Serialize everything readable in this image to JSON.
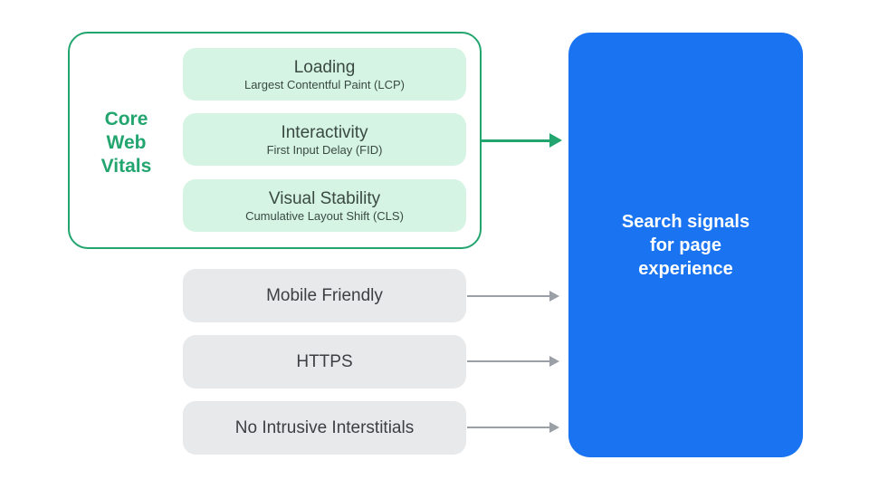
{
  "colors": {
    "green_accent": "#22A56F",
    "green_light": "#D5F4E4",
    "gray_light": "#E8E9EB",
    "blue": "#1A73F0",
    "text_dark": "#3C4043",
    "text_green_dark": "#3A4A43",
    "arrow_gray": "#9AA0A6",
    "white_text": "#FFFFFF"
  },
  "core_web_vitals": {
    "label": "Core\nWeb\nVitals",
    "items": [
      {
        "title": "Loading",
        "subtitle": "Largest Contentful Paint (LCP)"
      },
      {
        "title": "Interactivity",
        "subtitle": "First Input Delay (FID)"
      },
      {
        "title": "Visual Stability",
        "subtitle": "Cumulative Layout Shift (CLS)"
      }
    ]
  },
  "other_signals": [
    {
      "label": "Mobile Friendly"
    },
    {
      "label": "HTTPS"
    },
    {
      "label": "No Intrusive Interstitials"
    }
  ],
  "result": {
    "label": "Search signals\nfor page\nexperience"
  }
}
